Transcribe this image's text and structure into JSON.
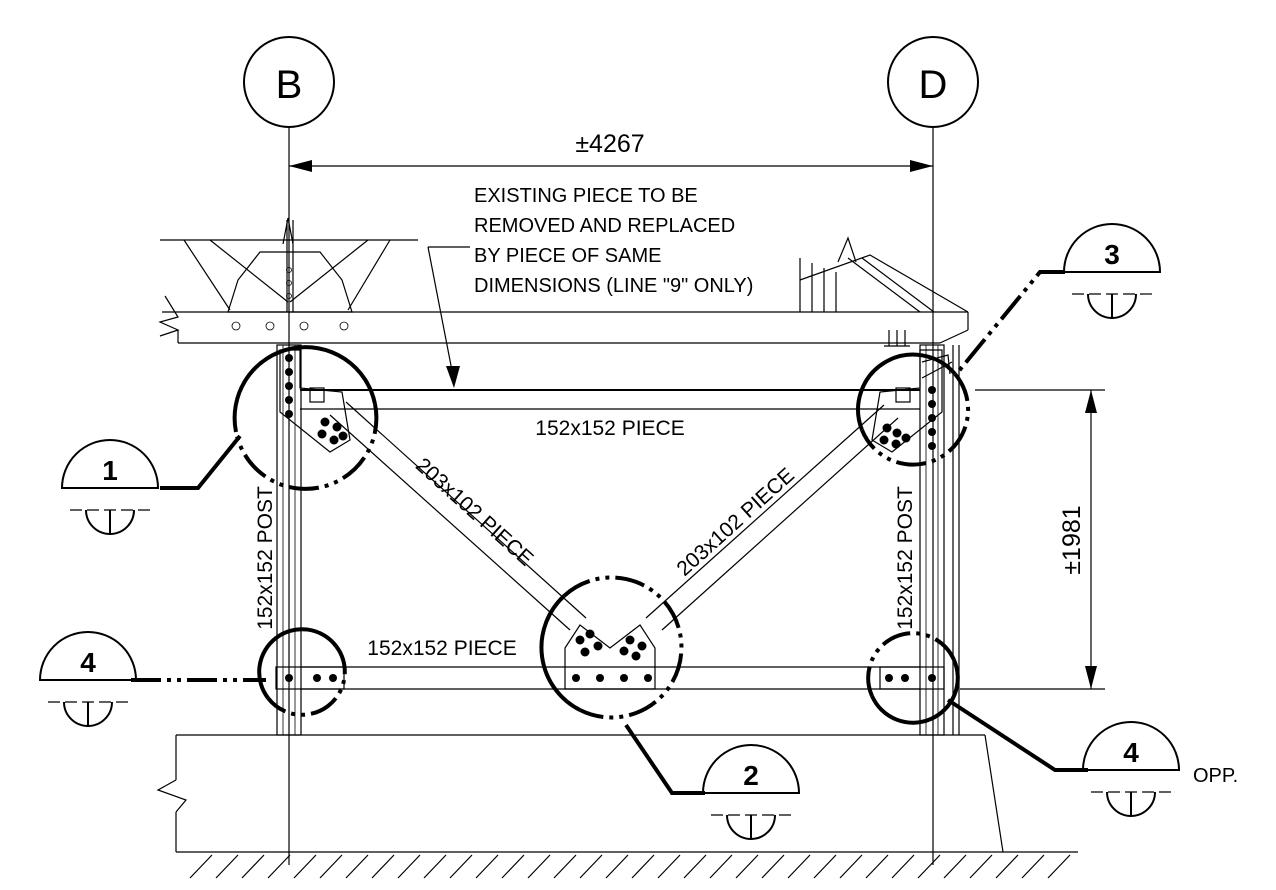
{
  "grid_lines": {
    "left": "B",
    "right": "D"
  },
  "dimensions": {
    "horizontal": "±4267",
    "vertical": "±1981"
  },
  "note": {
    "lines": [
      "EXISTING PIECE TO BE",
      "REMOVED AND REPLACED",
      "BY PIECE OF SAME",
      "DIMENSIONS (LINE \"9\" ONLY)"
    ]
  },
  "members": {
    "top_beam": "152x152 PIECE",
    "bottom_beam": "152x152 PIECE",
    "left_brace": "203x102 PIECE",
    "right_brace": "203x102 PIECE",
    "left_post": "152x152 POST",
    "right_post": "152x152 POST"
  },
  "detail_markers": {
    "d1": "1",
    "d2": "2",
    "d3": "3",
    "d4_left": "4",
    "d4_right": "4",
    "opp_label": "OPP."
  }
}
